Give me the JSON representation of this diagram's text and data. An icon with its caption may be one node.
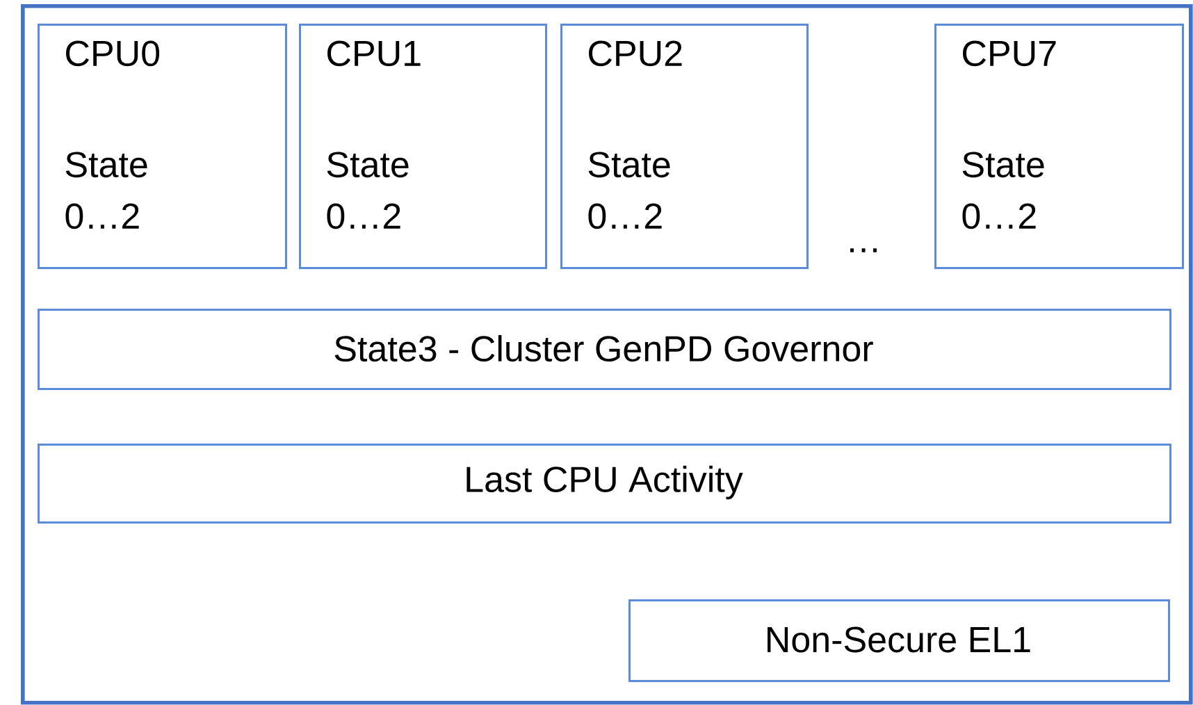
{
  "diagram": {
    "nodes": [
      {
        "text": [],
        "shape": "box"
      },
      {
        "text": [
          "CPU0",
          "State 0…2"
        ],
        "in": 0
      },
      {
        "text": [
          "CPU1",
          "State 0…2"
        ],
        "in": 0
      },
      {
        "text": [
          "CPU2",
          "State 0…2"
        ],
        "in": 0
      },
      {
        "text": [
          "CPU7",
          "State 0…2"
        ],
        "in": 0
      },
      {
        "text": [
          "State3 - Cluster GenPD Governor"
        ],
        "in": 0
      },
      {
        "text": [
          "Last CPU Activity"
        ],
        "in": 0
      },
      {
        "text": [
          "Non-Secure EL1"
        ],
        "in": 0
      }
    ],
    "edges": [],
    "labels": [
      "…"
    ]
  }
}
